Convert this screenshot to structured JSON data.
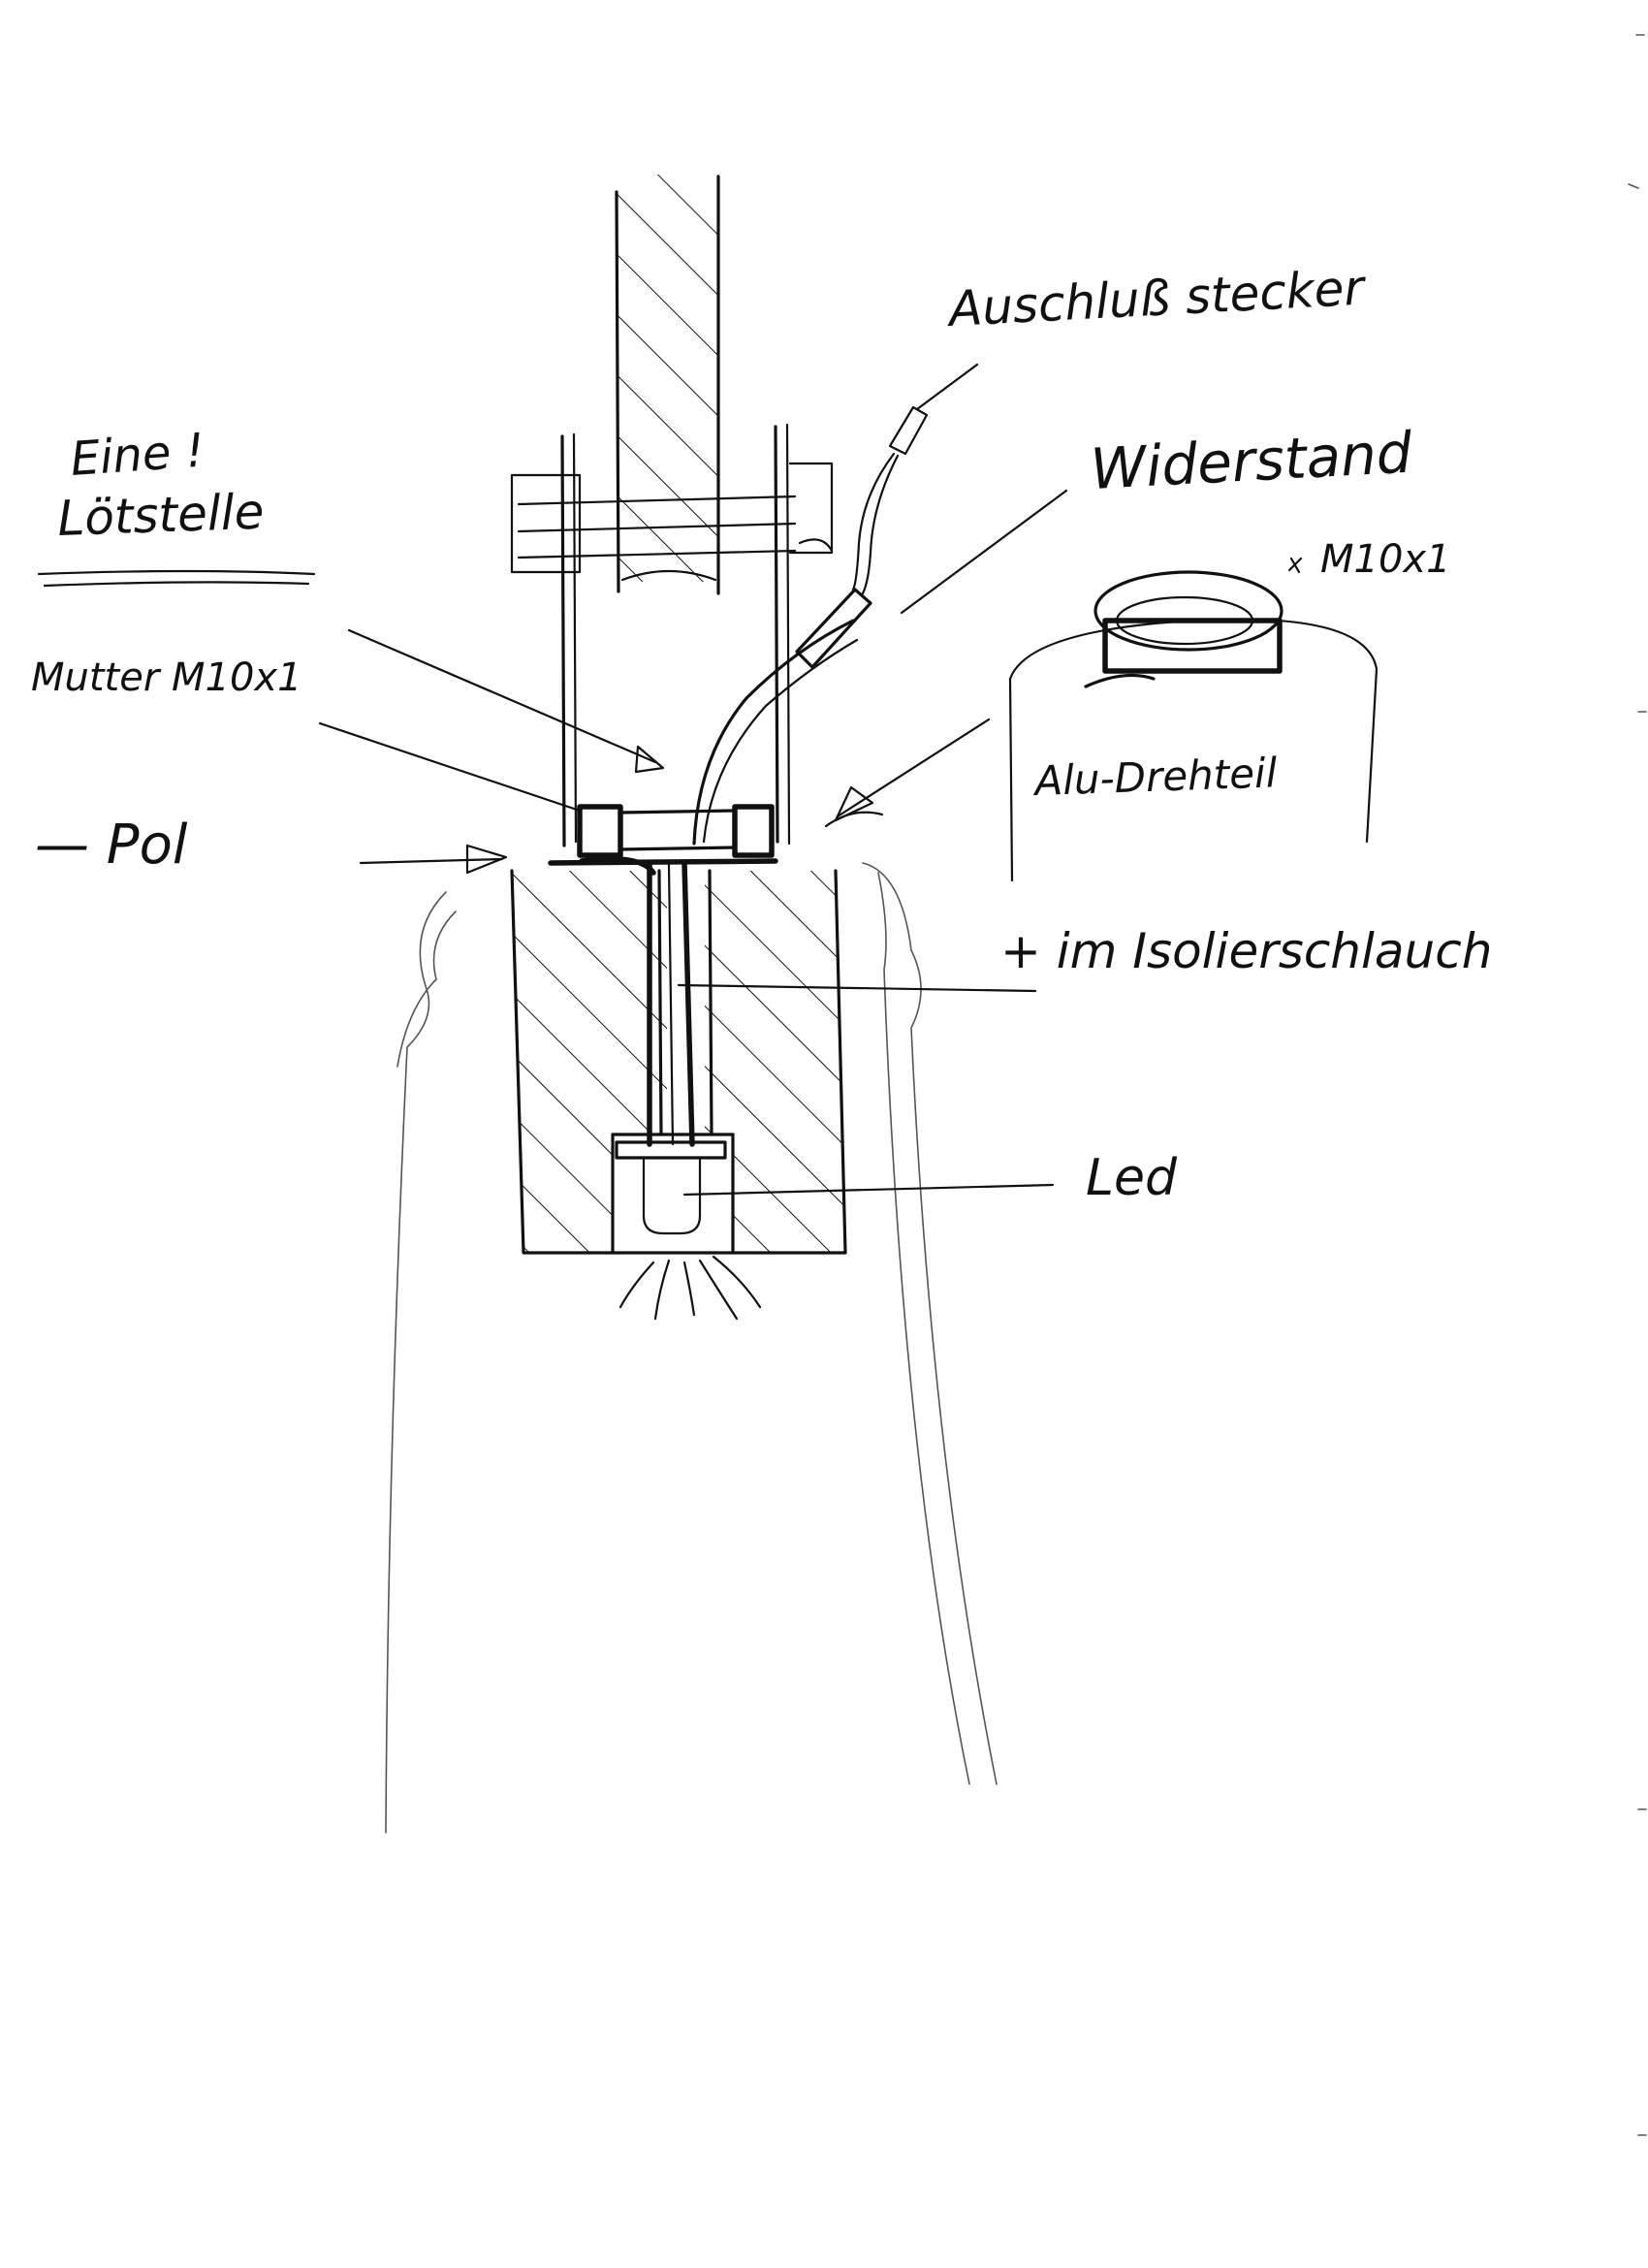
{
  "labels": {
    "anschluss": "Auschluß stecker",
    "widerstand": "Widerstand",
    "eine": "Eine !",
    "loetstelle": "Lötstelle",
    "mutter": "Mutter M10x1",
    "m10x1": "M10x1",
    "alu": "Alu-Drehteil",
    "pol": "— Pol",
    "isolier": "+ im Isolierschlauch",
    "led": "Led"
  },
  "colors": {
    "ink": "#111111",
    "paper": "#ffffff"
  }
}
